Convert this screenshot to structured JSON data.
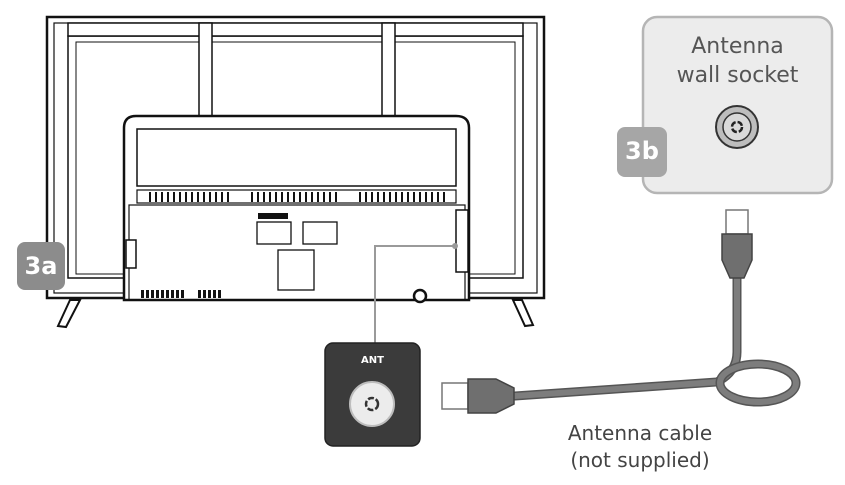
{
  "socket": {
    "title_line1": "Antenna",
    "title_line2": "wall socket"
  },
  "steps": {
    "a": "3a",
    "b": "3b"
  },
  "port": {
    "label": "ANT"
  },
  "cable": {
    "label_line1": "Antenna cable",
    "label_line2": "(not supplied)"
  }
}
